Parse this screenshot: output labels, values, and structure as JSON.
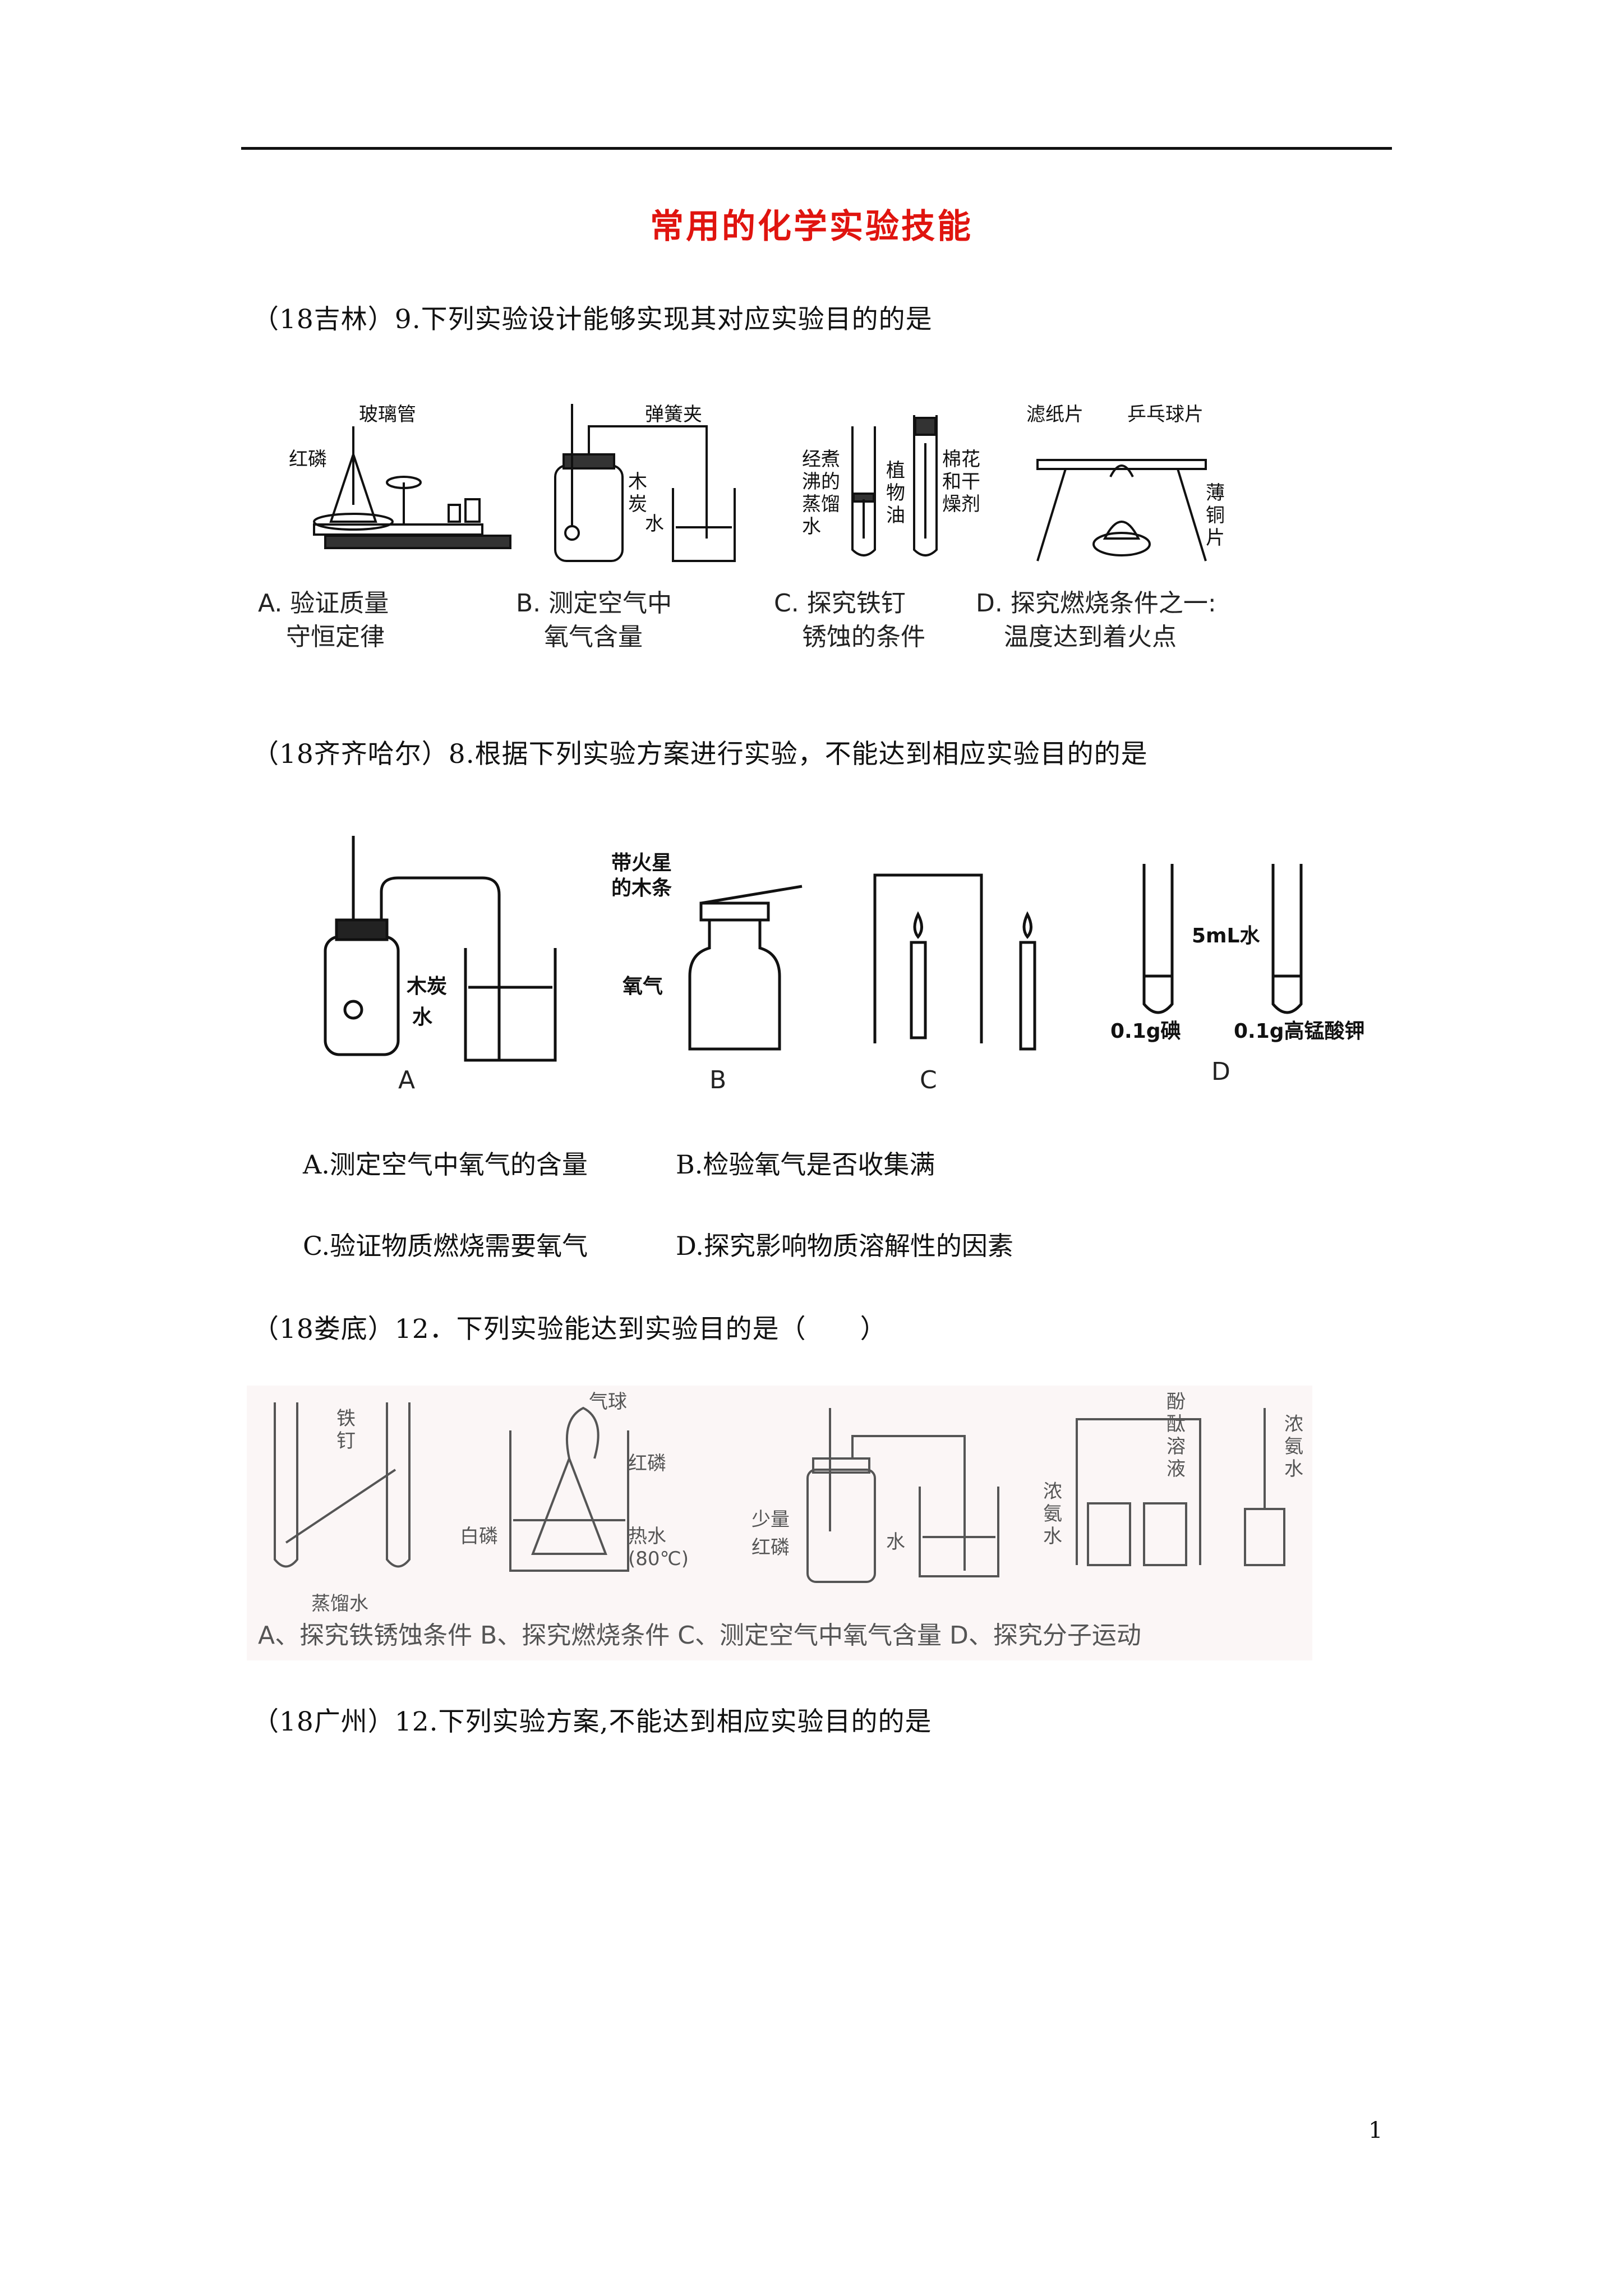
{
  "title": "常用的化学实验技能",
  "q1": {
    "text": "（18吉林）9.下列实验设计能够实现其对应实验目的的是",
    "labels": {
      "glass_tube": "玻璃管",
      "red_p": "红磷",
      "spring_clip": "弹簧夹",
      "charcoal": "木\n炭",
      "water": "水",
      "boiled_water": "经煮沸的蒸馏水",
      "veg_oil": "植物油",
      "cotton": "棉花和干燥剂",
      "filter_paper": "滤纸片",
      "pingpong": "乒乓球片",
      "copper": "薄铜片"
    },
    "options": [
      {
        "line1": "A. 验证质量",
        "line2": "守恒定律"
      },
      {
        "line1": "B. 测定空气中",
        "line2": "氧气含量"
      },
      {
        "line1": "C. 探究铁钉",
        "line2": "锈蚀的条件"
      },
      {
        "line1": "D. 探究燃烧条件之一:",
        "line2": "温度达到着火点"
      }
    ]
  },
  "q2": {
    "text": "（18齐齐哈尔）8.根据下列实验方案进行实验，不能达到相应实验目的的是",
    "labels": {
      "charcoal": "木炭",
      "water": "水",
      "splint": "带火星\n的木条",
      "oxygen": "氧气",
      "water5": "5mL水",
      "iodine": "0.1g碘",
      "kmno4": "0.1g高锰酸钾"
    },
    "letters": [
      "A",
      "B",
      "C",
      "D"
    ],
    "options": [
      "A.测定空气中氧气的含量",
      "B.检验氧气是否收集满",
      "C.验证物质燃烧需要氧气",
      "D.探究影响物质溶解性的因素"
    ]
  },
  "q3": {
    "text": "（18娄底）12．下列实验能达到实验目的是（　　）",
    "labels": {
      "iron_nail": "铁钉",
      "distilled": "蒸馏水",
      "balloon": "气球",
      "red_p": "红磷",
      "white_p": "白磷",
      "hot_water": "热水",
      "temp": "(80℃)",
      "little": "少量",
      "red_p2": "红磷",
      "water": "水",
      "phenol": "酚酞溶液",
      "ammonia": "浓氨水",
      "ammonia2": "浓氨水"
    },
    "caption": "A、探究铁锈蚀条件 B、探究燃烧条件 C、测定空气中氧气含量 D、探究分子运动"
  },
  "q4": {
    "text": "（18广州）12.下列实验方案,不能达到相应实验目的的是"
  },
  "page_number": "1"
}
